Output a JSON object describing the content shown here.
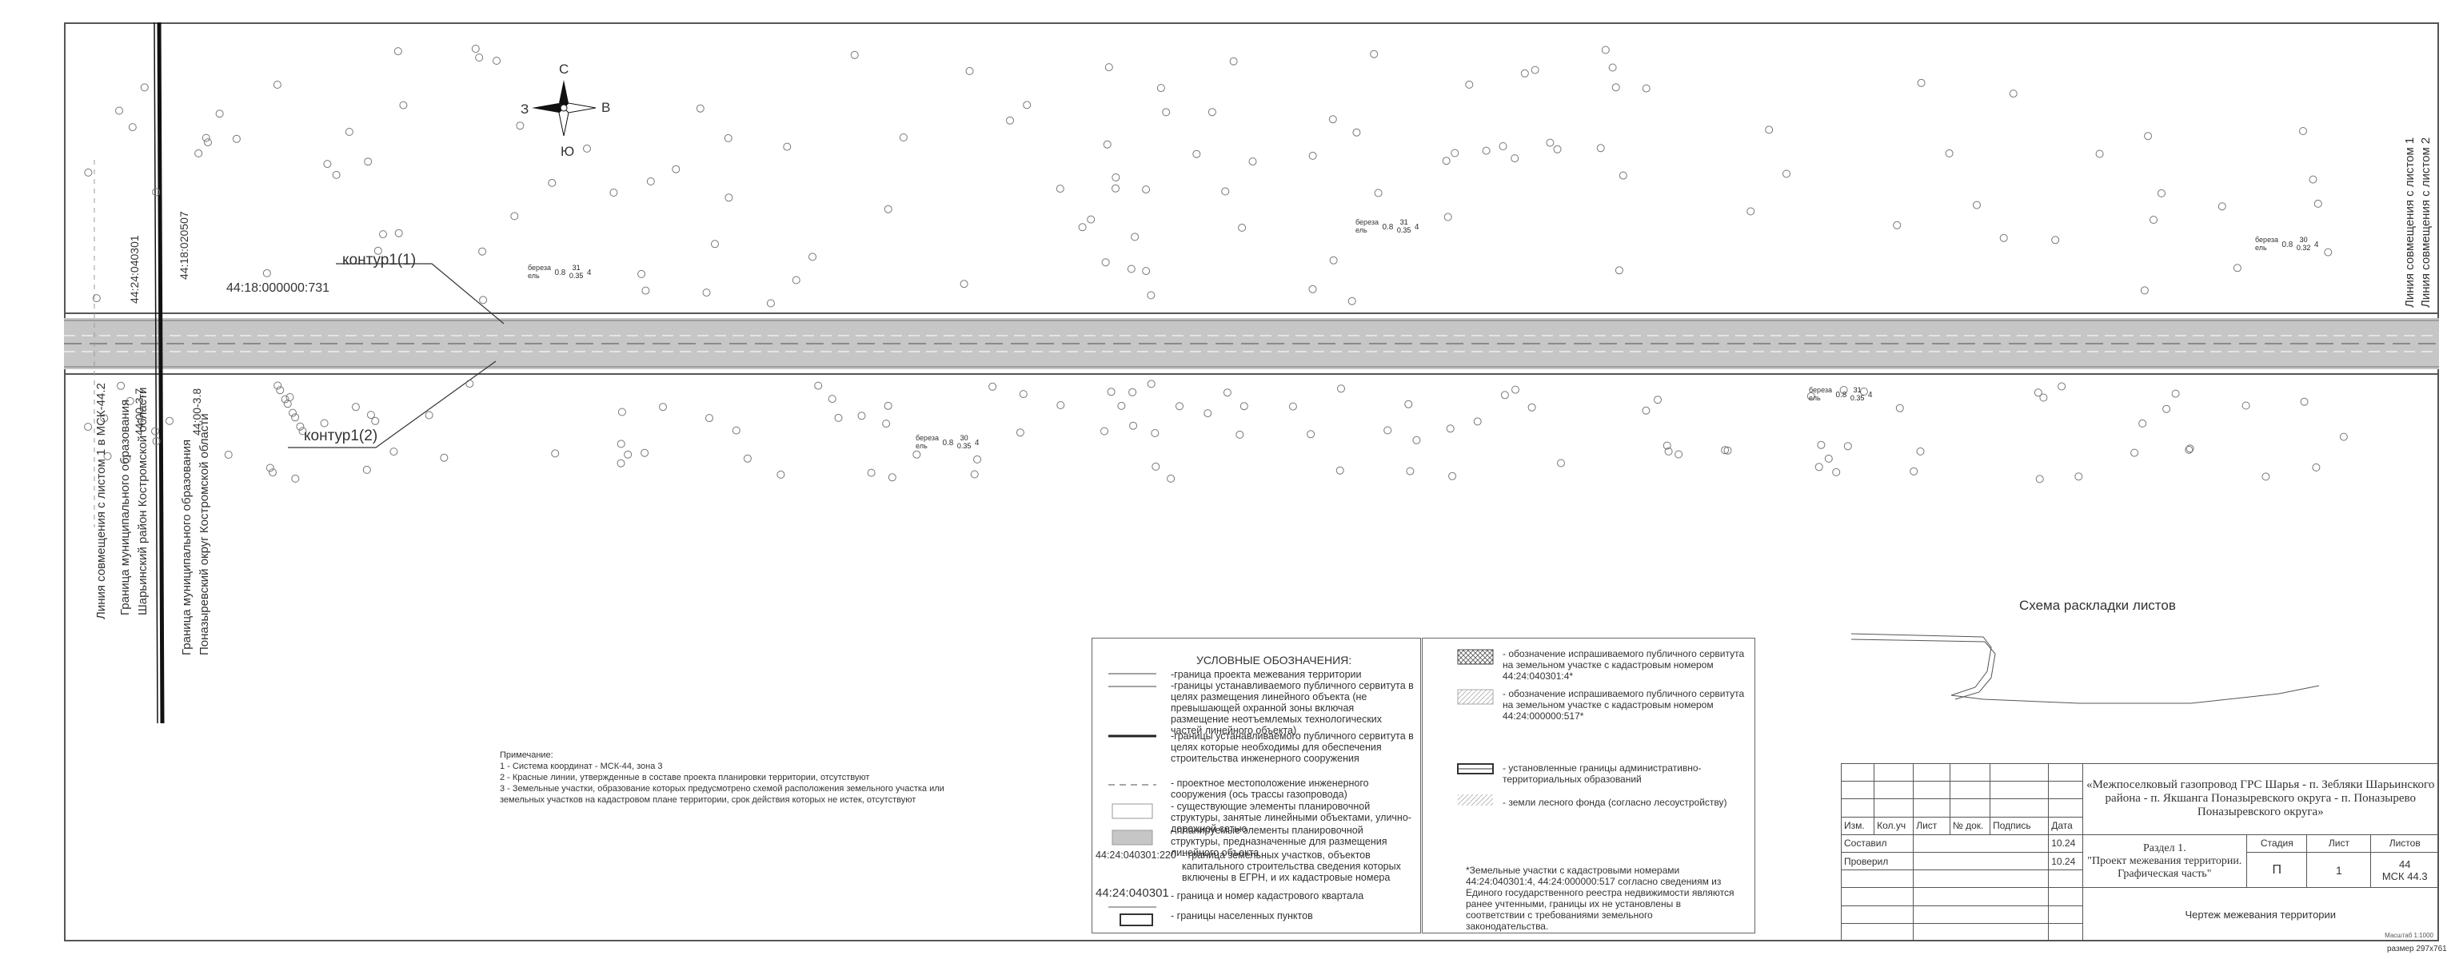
{
  "compass": {
    "north": "С",
    "south": "Ю",
    "west": "З",
    "east": "В"
  },
  "left_labels": {
    "parcel_a": "44:24:040301",
    "parcel_b": "44:18:020507",
    "parcel_c": "44:18:000000:731",
    "kontur1": "контур1(1)",
    "kontur2": "контур1(2)",
    "msk_left": "44:00-3.7",
    "msk_right": "44:00-3.8",
    "line_sheet1": "Линия совмещения с листом 1 в МСК-44.2",
    "boundary1_line1": "Граница муниципального образования",
    "boundary1_line2": "Шарьинский район Костромской области",
    "boundary2_line1": "Граница муниципального образования",
    "boundary2_line2": "Поназыревский округ Костромской области"
  },
  "right_labels": {
    "line1": "Линия совмещения с листом 1",
    "line2": "Линия совмещения с листом 2"
  },
  "tree_labels": [
    {
      "species": "береза\nель",
      "formula": "0.8",
      "frac_top": "31",
      "frac_bot": "0.35",
      "n": "4"
    },
    {
      "species": "береза\nель",
      "formula": "0.8",
      "frac_top": "31",
      "frac_bot": "0.35",
      "n": "4"
    },
    {
      "species": "береза\nель",
      "formula": "0.8",
      "frac_top": "30",
      "frac_bot": "0.32",
      "n": "4"
    },
    {
      "species": "береза\nель",
      "formula": "0.8",
      "frac_top": "31",
      "frac_bot": "0.35",
      "n": "4"
    },
    {
      "species": "береза\nель",
      "formula": "0.8",
      "frac_top": "30",
      "frac_bot": "0.35",
      "n": "4"
    }
  ],
  "notes": {
    "title": "Примечание:",
    "n1": "1 - Система координат - МСК-44, зона 3",
    "n2": "2 - Красные линии, утвержденные в составе проекта планировки территории, отсутствуют",
    "n3": "3 - Земельные участки, образование которых предусмотрено схемой расположения земельного участка или",
    "n3b": "земельных участков на кадастровом плане территории, срок действия которых не истек, отсутствуют"
  },
  "legend": {
    "title": "УСЛОВНЫЕ ОБОЗНАЧЕНИЯ:",
    "items": [
      "-граница проекта межевания территории",
      "-границы устанавливаемого публичного сервитута в целях размещения линейного объекта (не превышающей охранной зоны включая размещение неотъемлемых технологических частей линейного объекта)",
      "-границы устанавливаемого публичного сервитута в целях которые необходимы для обеспечения строительства инженерного сооружения",
      "- проектное местоположение инженерного сооружения (ось трассы газопровода)",
      "- существующие элементы планировочной структуры, занятые линейными объектами, улично-дорожной сетью",
      "- планируемые элементы планировочной структуры, предназначенные для размещения линейного объекта",
      "- граница земельных участков, объектов капитального строительства сведения которых включены в ЕГРН, и их кадастровые номера",
      "- граница и номер кадастрового квартала",
      "- границы населенных пунктов"
    ],
    "sample_parcel": "44:24:040301:220",
    "sample_quarter": "44:24:040301",
    "right_items": [
      "- обозначение испрашиваемого публичного сервитута на земельном участке с кадастровым номером 44:24:040301:4*",
      "- обозначение испрашиваемого публичного сервитута на земельном участке с кадастровым номером 44:24:000000:517*",
      "- установленные границы административно-территориальных образований",
      "- земли лесного фонда (согласно лесоустройству)"
    ],
    "footnote": "*Земельные участки с кадастровыми номерами 44:24:040301:4, 44:24:000000:517 согласно сведениям из Единого государственного реестра недвижимости являются ранее учтенными, границы их не установлены в соответствии с требованиями земельного законодательства."
  },
  "scheme": {
    "title": "Схема раскладки листов"
  },
  "stamp": {
    "project": "«Межпоселковый газопровод ГРС Шарья - п. Зебляки Шарьинского района - п. Якшанга Поназыревского округа - п. Поназырево Поназыревского округа»",
    "headers": [
      "Изм.",
      "Кол.уч",
      "Лист",
      "№ док.",
      "Подпись",
      "Дата"
    ],
    "compiled": "Составил",
    "checked": "Проверил",
    "date1": "10.24",
    "date2": "10.24",
    "section_l1": "Раздел 1.",
    "section_l2": "\"Проект межевания территории.",
    "section_l3": "Графическая часть\"",
    "stage_h": "Стадия",
    "sheet_h": "Лист",
    "sheets_h": "Листов",
    "stage": "П",
    "sheet": "1",
    "sheets": "44",
    "msk": "МСК 44.3",
    "drawing": "Чертеж межевания территории",
    "scale": "Масштаб 1:1000"
  },
  "page_size": "размер 297х761"
}
